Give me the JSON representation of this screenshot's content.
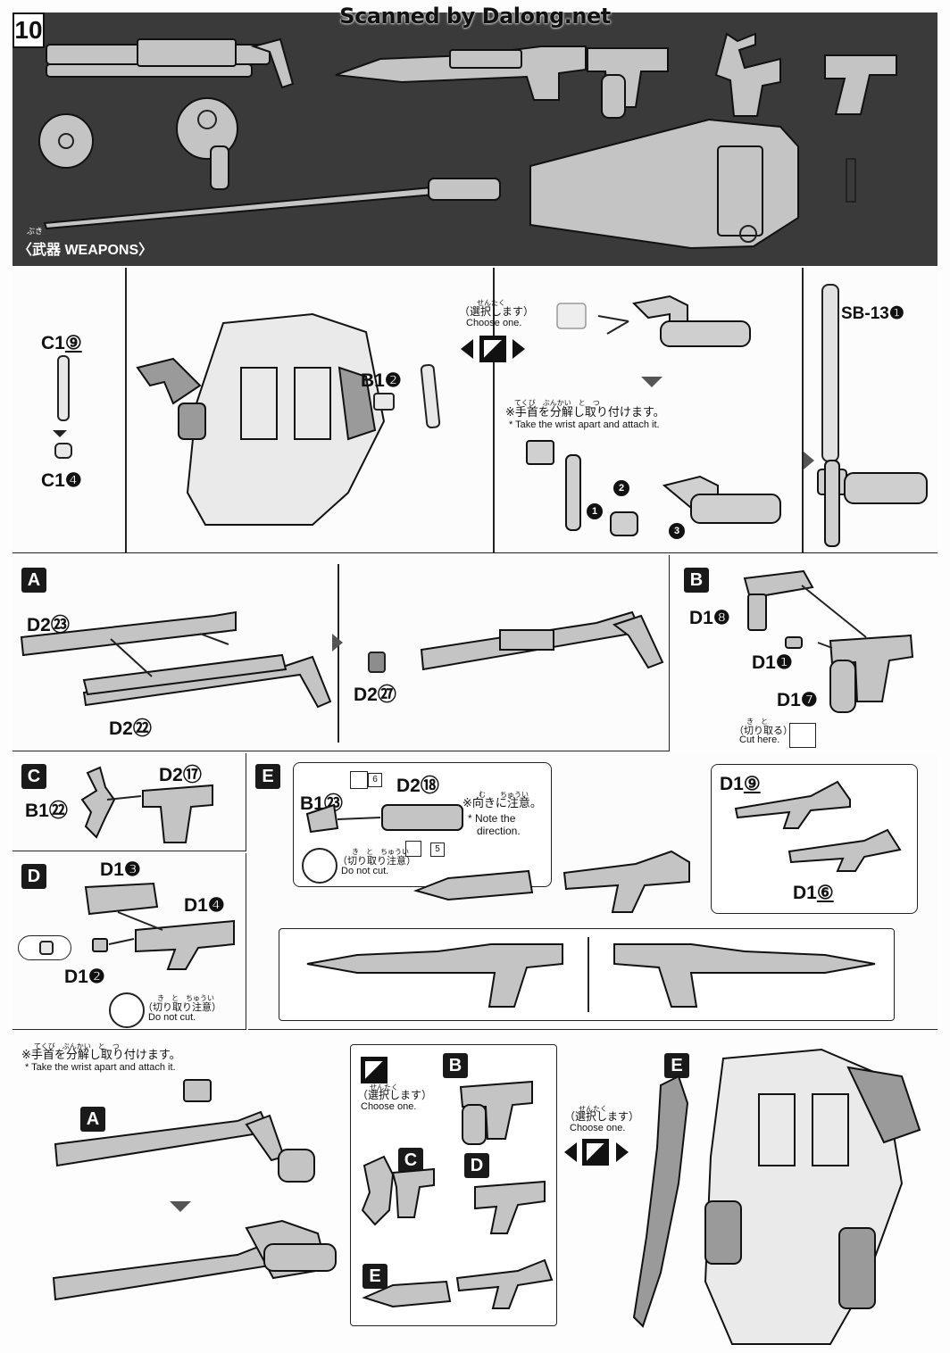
{
  "header": {
    "watermark": "Scanned by Dalong.net",
    "step_number": "10",
    "weapons_ruby": "ぶき",
    "weapons_label": "〈武器 WEAPONS〉"
  },
  "section_top": {
    "c19": "C1",
    "c19_num": "⑨",
    "c14": "C1",
    "c14_num": "❹",
    "b12": "B1",
    "b12_num": "❷",
    "choose_ruby": "せんたく",
    "choose_jp": "（選択します）",
    "choose_en": "Choose one.",
    "wrist_jp": "※手首を分解し取り付けます。",
    "wrist_ruby": "てくび　ぶんかい　と　つ",
    "wrist_en": "* Take the wrist apart and attach it.",
    "step_1": "1",
    "step_2": "2",
    "step_3": "3",
    "sb13": "SB-13",
    "sb13_num": "❶"
  },
  "section_a": {
    "letter": "A",
    "d223": "D2",
    "d223_num": "㉓",
    "d222": "D2",
    "d222_num": "㉒",
    "d227": "D2",
    "d227_num": "㉗"
  },
  "section_b": {
    "letter": "B",
    "d18": "D1",
    "d18_num": "❽",
    "d11": "D1",
    "d11_num": "❶",
    "d17": "D1",
    "d17_num": "❼",
    "cut_jp": "（切り取る）",
    "cut_ruby": "き　と",
    "cut_en": "Cut here."
  },
  "section_c": {
    "letter": "C",
    "d217": "D2",
    "d217_num": "⑰",
    "b122": "B1",
    "b122_num": "㉒"
  },
  "section_d": {
    "letter": "D",
    "d13": "D1",
    "d13_num": "❸",
    "d14": "D1",
    "d14_num": "❹",
    "d12": "D1",
    "d12_num": "❷",
    "donot_jp": "（切り取り注意）",
    "donot_ruby": "き　と　ちゅうい",
    "donot_en": "Do not cut."
  },
  "section_e": {
    "letter": "E",
    "tag6": "6",
    "tag5": "5",
    "d218": "D2",
    "d218_num": "⑱",
    "b123": "B1",
    "b123_num": "㉓",
    "note_jp": "※向きに注意。",
    "note_ruby": "む　　ちゅうい",
    "note_en1": "* Note the",
    "note_en2": "direction.",
    "donot_jp": "（切り取り注意）",
    "donot_ruby": "き　と　ちゅうい",
    "donot_en": "Do not cut.",
    "d19": "D1",
    "d19_num": "⑨",
    "d16": "D1",
    "d16_num": "⑥"
  },
  "section_bottom": {
    "wrist_ruby": "てくび　ぶんかい　と　つ",
    "wrist_jp": "※手首を分解し取り付けます。",
    "wrist_en": "* Take the wrist apart and attach it.",
    "letter_a": "A",
    "letter_b": "B",
    "letter_c": "C",
    "letter_d": "D",
    "letter_e": "E",
    "letter_e2": "E",
    "choose_ruby": "せんたく",
    "choose_jp": "（選択します）",
    "choose_en": "Choose one.",
    "choose2_ruby": "せんたく",
    "choose2_jp": "（選択します）",
    "choose2_en": "Choose one."
  },
  "colors": {
    "header_bg": "#3a3a3a",
    "part_gray": "#b9b9b9",
    "part_dark": "#8d8d8d",
    "ink": "#111111"
  }
}
